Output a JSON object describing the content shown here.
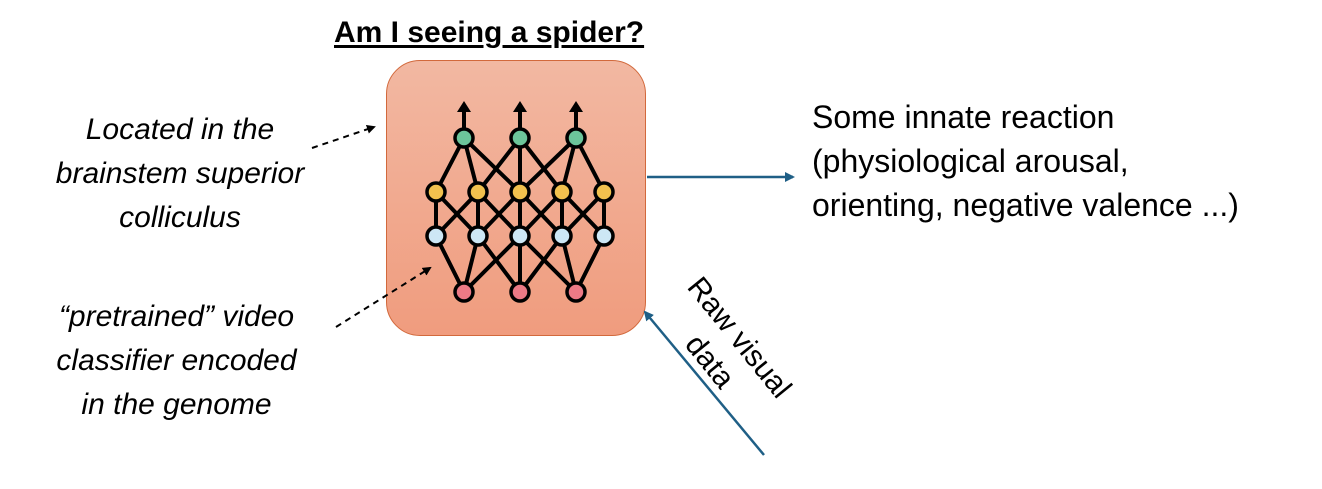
{
  "title": "Am I seeing a spider?",
  "notes": {
    "location": [
      "Located in the",
      "brainstem superior",
      "colliculus"
    ],
    "classifier": [
      "“pretrained” video",
      "classifier encoded",
      "in the genome"
    ]
  },
  "output": {
    "lines": [
      "Some innate reaction",
      "(physiological arousal,",
      "orienting, negative valence ...)"
    ]
  },
  "input": {
    "lines": [
      "Raw visual",
      "data"
    ]
  },
  "colors": {
    "box_fill_top": "#f2b8a2",
    "box_fill_bottom": "#f09c7e",
    "box_border": "#d2693c",
    "arrow": "#1f5f86",
    "node_output": "#6cc59a",
    "node_hidden_1": "#f2c14e",
    "node_hidden_2": "#cde7f5",
    "node_input": "#ec7a86"
  },
  "icons": {
    "network": "neural-network-icon"
  }
}
